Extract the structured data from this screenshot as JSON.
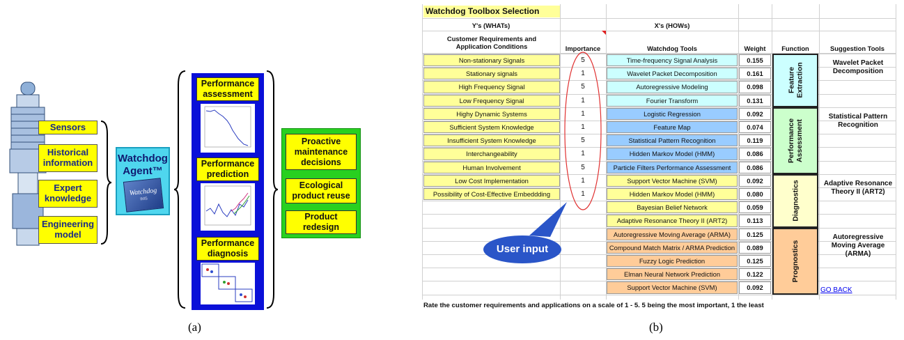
{
  "panel_a": {
    "inputs": [
      "Sensors",
      "Historical information",
      "Expert knowledge",
      "Engineering model"
    ],
    "agent": {
      "title": "Watchdog",
      "title2": "Agent™",
      "logo_text": "Watchdog",
      "logo_sub": "IMS"
    },
    "processes": [
      "Performance assessment",
      "Performance prediction",
      "Performance diagnosis"
    ],
    "outputs": [
      "Proactive maintenance decisions",
      "Ecological product reuse",
      "Product redesign"
    ],
    "caption": "(a)"
  },
  "panel_b": {
    "title": "Watchdog Toolbox Selection",
    "whats_label": "Y's (WHATs)",
    "hows_label": "X's (HOWs)",
    "col_requirements": "Customer Requirements and Application Conditions",
    "col_importance": "Importance",
    "col_tools": "Watchdog Tools",
    "col_weight": "Weight",
    "col_function": "Function",
    "col_suggestion": "Suggestion Tools",
    "requirements": [
      {
        "name": "Non-stationary Signals",
        "importance": "5"
      },
      {
        "name": "Stationary signals",
        "importance": "1"
      },
      {
        "name": "High Frequency Signal",
        "importance": "5"
      },
      {
        "name": "Low Frequency Signal",
        "importance": "1"
      },
      {
        "name": "Highy Dynamic Systems",
        "importance": "1"
      },
      {
        "name": "Sufficient System Knowledge",
        "importance": "1"
      },
      {
        "name": "Insufficient System Knowledge",
        "importance": "5"
      },
      {
        "name": "Interchangeability",
        "importance": "1"
      },
      {
        "name": "Human Involvement",
        "importance": "5"
      },
      {
        "name": "Low Cost Implementation",
        "importance": "1"
      },
      {
        "name": "Possibility of Cost-Effective Embeddding",
        "importance": "1"
      }
    ],
    "tools": [
      {
        "name": "Time-frequency Signal Analysis",
        "weight": "0.155",
        "color": "#ccffff"
      },
      {
        "name": "Wavelet Packet Decomposition",
        "weight": "0.161",
        "color": "#ccffff"
      },
      {
        "name": "Autoregressive Modeling",
        "weight": "0.098",
        "color": "#ccffff"
      },
      {
        "name": "Fourier Transform",
        "weight": "0.131",
        "color": "#ccffff"
      },
      {
        "name": "Logistic Regression",
        "weight": "0.092",
        "color": "#99ccff"
      },
      {
        "name": "Feature Map",
        "weight": "0.074",
        "color": "#99ccff"
      },
      {
        "name": "Statistical Pattern Recognition",
        "weight": "0.119",
        "color": "#99ccff"
      },
      {
        "name": "Hidden Markov Model (HMM)",
        "weight": "0.086",
        "color": "#99ccff"
      },
      {
        "name": "Particle Filters Performance Assessment",
        "weight": "0.086",
        "color": "#99ccff"
      },
      {
        "name": "Support Vector Machine (SVM)",
        "weight": "0.092",
        "color": "#ffff99"
      },
      {
        "name": "Hidden Markov Model (HMM)",
        "weight": "0.080",
        "color": "#ffff99"
      },
      {
        "name": "Bayesian Belief Network",
        "weight": "0.059",
        "color": "#ffff99"
      },
      {
        "name": "Adaptive Resonance Theory II (ART2)",
        "weight": "0.113",
        "color": "#ffff99"
      },
      {
        "name": "Autoregressive Moving Average (ARMA)",
        "weight": "0.125",
        "color": "#ffcc99"
      },
      {
        "name": "Compound Match Matrix / ARMA Prediction",
        "weight": "0.089",
        "color": "#ffcc99"
      },
      {
        "name": "Fuzzy Logic Prediction",
        "weight": "0.125",
        "color": "#ffcc99"
      },
      {
        "name": "Elman Neural Network Prediction",
        "weight": "0.122",
        "color": "#ffcc99"
      },
      {
        "name": "Support Vector Machine (SVM)",
        "weight": "0.092",
        "color": "#ffcc99"
      }
    ],
    "functions": [
      {
        "label": "Feature Extraction",
        "color": "#ccffff"
      },
      {
        "label": "Performance Assessment",
        "color": "#ccffcc"
      },
      {
        "label": "Diagnostics",
        "color": "#ffffcc"
      },
      {
        "label": "Prognostics",
        "color": "#ffcc99"
      }
    ],
    "suggestions": [
      "Wavelet Packet Decomposition",
      "Statistical Pattern Recognition",
      "Adaptive Resonance Theory II (ART2)",
      "Autoregressive Moving Average (ARMA)"
    ],
    "user_input": "User input",
    "go_back": "GO BACK",
    "footer": "Rate the customer requirements and applications on a scale of 1 - 5.  5 being the most important, 1 the least",
    "caption": "(b)"
  }
}
